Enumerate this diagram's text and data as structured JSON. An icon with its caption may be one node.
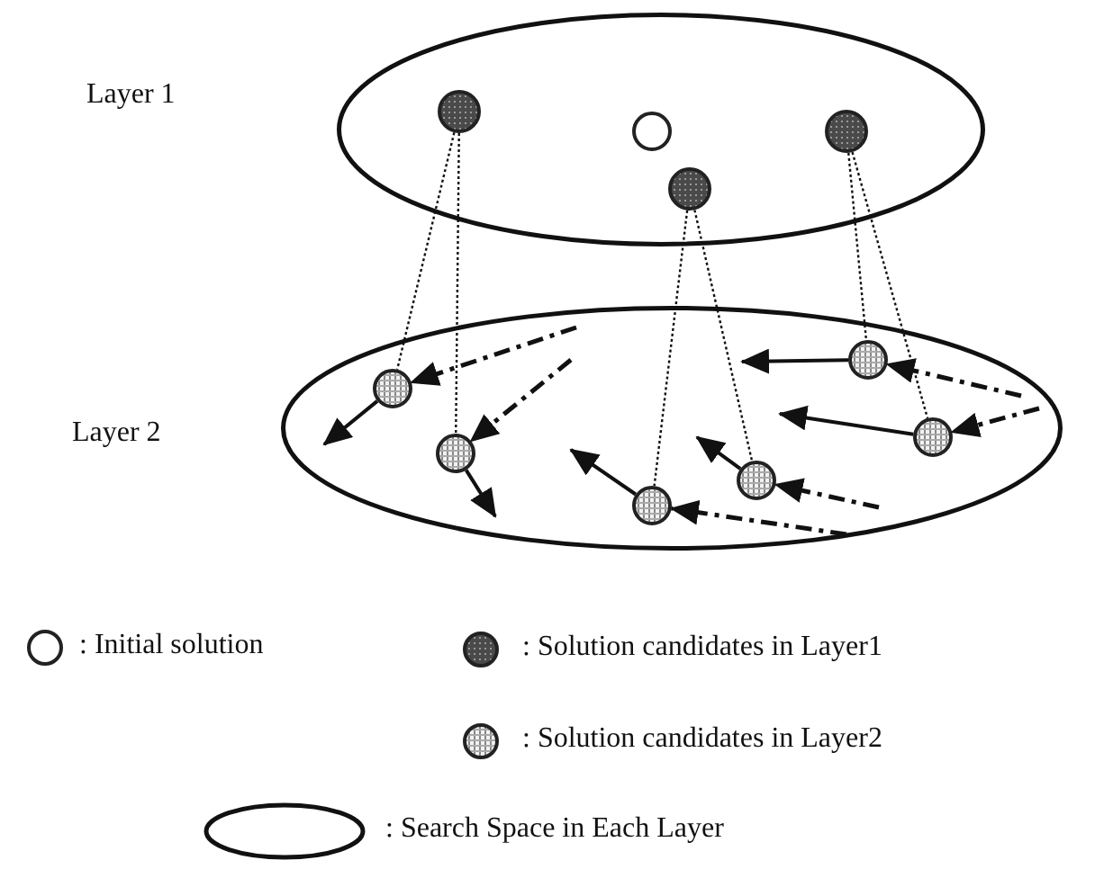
{
  "diagram": {
    "nodes": [
      {
        "text": [],
        "shape": "ellipse"
      },
      {
        "text": [],
        "shape": "circle",
        "in": 0
      },
      {
        "text": [],
        "shape": "circle",
        "in": 0
      },
      {
        "text": [],
        "shape": "circle",
        "in": 0
      },
      {
        "text": [],
        "shape": "circle",
        "in": 0
      },
      {
        "text": [],
        "shape": "ellipse"
      },
      {
        "text": [],
        "shape": "circle",
        "in": 5
      },
      {
        "text": [],
        "shape": "circle",
        "in": 5
      },
      {
        "text": [],
        "shape": "circle",
        "in": 5
      },
      {
        "text": [],
        "shape": "circle",
        "in": 5
      },
      {
        "text": [],
        "shape": "circle",
        "in": 5
      },
      {
        "text": [],
        "shape": "circle",
        "in": 5
      }
    ],
    "edges": [
      {
        "from": 1,
        "to": 6,
        "arrow": "none",
        "style": "dashed"
      },
      {
        "from": 1,
        "to": 7,
        "arrow": "none",
        "style": "dashed"
      },
      {
        "from": 3,
        "to": 8,
        "arrow": "none",
        "style": "dashed"
      },
      {
        "from": 3,
        "to": 9,
        "arrow": "none",
        "style": "dashed"
      },
      {
        "from": 4,
        "to": 10,
        "arrow": "none",
        "style": "dashed"
      },
      {
        "from": 4,
        "to": 11,
        "arrow": "none",
        "style": "dashed"
      },
      {
        "from": 6,
        "to": null,
        "arrow": "to"
      },
      {
        "from": 7,
        "to": null,
        "arrow": "to"
      },
      {
        "from": 8,
        "to": null,
        "arrow": "to"
      },
      {
        "from": 9,
        "to": null,
        "arrow": "to"
      },
      {
        "from": 10,
        "to": null,
        "arrow": "to"
      },
      {
        "from": 11,
        "to": null,
        "arrow": "to"
      },
      {
        "from": null,
        "to": 6,
        "arrow": "to",
        "style": "dashed"
      },
      {
        "from": null,
        "to": 7,
        "arrow": "to",
        "style": "dashed"
      },
      {
        "from": null,
        "to": 8,
        "arrow": "to",
        "style": "dashed"
      },
      {
        "from": null,
        "to": 9,
        "arrow": "to",
        "style": "dashed"
      },
      {
        "from": null,
        "to": 10,
        "arrow": "to",
        "style": "dashed"
      },
      {
        "from": null,
        "to": 11,
        "arrow": "to",
        "style": "dashed"
      }
    ],
    "labels": [
      "Layer 1",
      "Layer 2"
    ],
    "legend": [
      {
        "text": ": Initial solution"
      },
      {
        "text": ": Solution candidates in Layer1"
      },
      {
        "text": ": Solution candidates in Layer2"
      },
      {
        "text": ": Search Space in Each Layer"
      }
    ]
  }
}
